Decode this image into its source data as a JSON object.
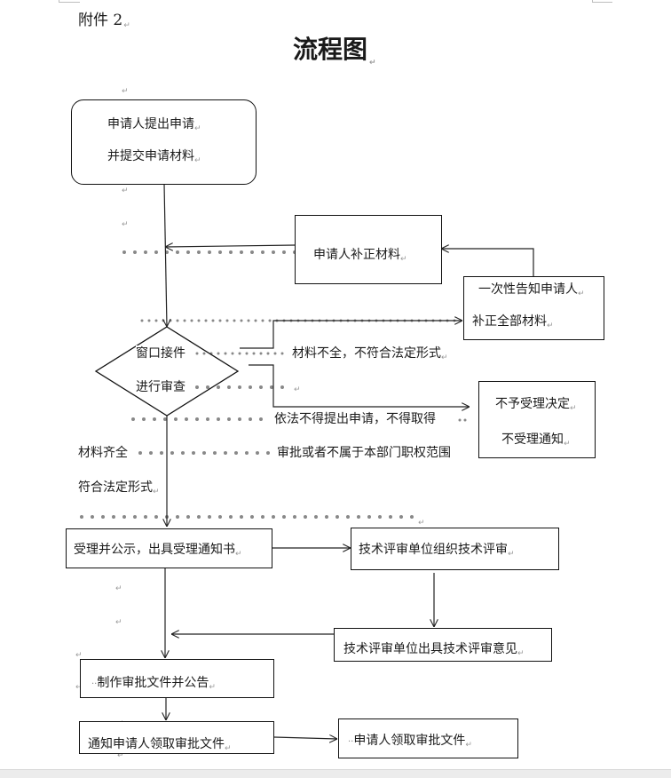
{
  "document": {
    "attachment_label": "附件 2",
    "title": "流程图"
  },
  "nodes": {
    "start": {
      "line1": "申请人提出申请",
      "line2": "并提交申请材料"
    },
    "supplement": {
      "label": "申请人补正材料"
    },
    "notify_once": {
      "line1": "一次性告知申请人",
      "line2": "补正全部材料"
    },
    "review": {
      "line1": "窗口接件",
      "line2": "进行审查"
    },
    "reject": {
      "line1": "不予受理决定",
      "line2": "不受理通知"
    },
    "accept": {
      "label": "受理并公示，出具受理通知书"
    },
    "tech_review": {
      "label": "技术评审单位组织技术评审"
    },
    "tech_opinion": {
      "label": "技术评审单位出具技术评审意见"
    },
    "make_approval": {
      "label": "制作审批文件并公告"
    },
    "notify_collect": {
      "label": "通知申请人领取审批文件"
    },
    "collect": {
      "label": "申请人领取审批文件"
    }
  },
  "edge_labels": {
    "incomplete": "材料不全，不符合法定形式",
    "reject_line1": "依法不得提出申请，不得取得",
    "reject_line2": "审批或者不属于本部门职权范围",
    "complete_line1": "材料齐全",
    "complete_line2": "符合法定形式"
  },
  "marks": {
    "paragraph": "↵"
  }
}
